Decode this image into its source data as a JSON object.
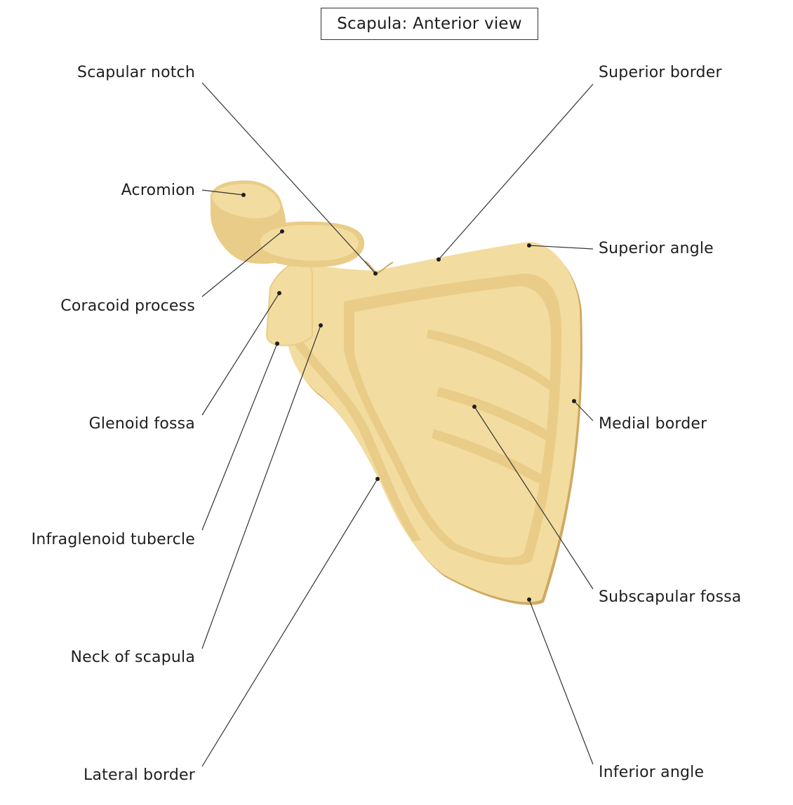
{
  "title": "Scapula: Anterior view",
  "labels": {
    "scapular_notch": "Scapular notch",
    "acromion": "Acromion",
    "coracoid_process": "Coracoid process",
    "glenoid_fossa": "Glenoid fossa",
    "infraglenoid_tubercle": "Infraglenoid tubercle",
    "neck_of_scapula": "Neck of scapula",
    "lateral_border": "Lateral border",
    "superior_border": "Superior border",
    "superior_angle": "Superior angle",
    "medial_border": "Medial border",
    "subscapular_fossa": "Subscapular fossa",
    "inferior_angle": "Inferior angle"
  },
  "colors": {
    "bone": "#f3dca0",
    "bone_shadow": "#e9cc87",
    "bone_edge": "#cfa962",
    "leader_line": "#333333"
  }
}
